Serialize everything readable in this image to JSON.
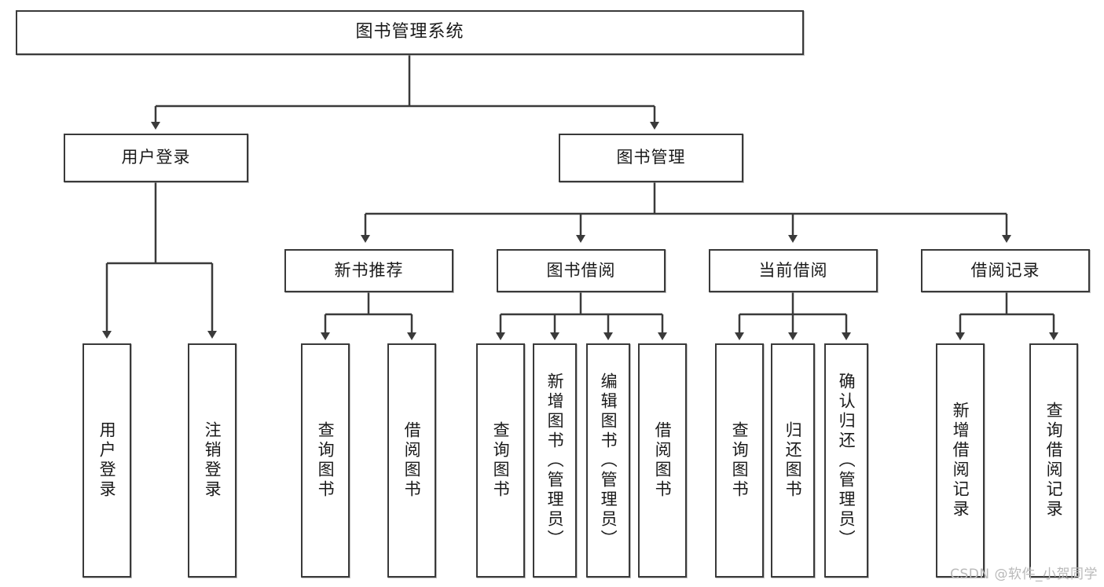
{
  "diagram": {
    "type": "tree-hierarchy",
    "title": "图书管理系统",
    "watermark": "CSDN @软件_小贺同学",
    "colors": {
      "background": "#ffffff",
      "box_border": "#3a3a3a",
      "box_fill": "#ffffff",
      "connector": "#3a3a3a",
      "text": "#1a1a1a",
      "watermark": "#b9b9b9"
    },
    "nodes": {
      "root": {
        "label": "图书管理系统"
      },
      "level2": [
        {
          "id": "user-login",
          "label": "用户登录"
        },
        {
          "id": "book-manage",
          "label": "图书管理"
        }
      ],
      "level3": [
        {
          "id": "new-book-recommend",
          "label": "新书推荐",
          "parent": "book-manage"
        },
        {
          "id": "book-borrow",
          "label": "图书借阅",
          "parent": "book-manage"
        },
        {
          "id": "current-borrow",
          "label": "当前借阅",
          "parent": "book-manage"
        },
        {
          "id": "borrow-record",
          "label": "借阅记录",
          "parent": "book-manage"
        }
      ],
      "leaves": {
        "user-login": [
          {
            "id": "leaf-user-login",
            "label": "用户登录"
          },
          {
            "id": "leaf-logout",
            "label": "注销登录"
          }
        ],
        "new-book-recommend": [
          {
            "id": "leaf-query-book-1",
            "label": "查询图书"
          },
          {
            "id": "leaf-borrow-book-1",
            "label": "借阅图书"
          }
        ],
        "book-borrow": [
          {
            "id": "leaf-query-book-2",
            "label": "查询图书"
          },
          {
            "id": "leaf-add-book",
            "label": "新增图书（管理员）"
          },
          {
            "id": "leaf-edit-book",
            "label": "编辑图书（管理员）"
          },
          {
            "id": "leaf-borrow-book-2",
            "label": "借阅图书"
          }
        ],
        "current-borrow": [
          {
            "id": "leaf-query-book-3",
            "label": "查询图书"
          },
          {
            "id": "leaf-return-book",
            "label": "归还图书"
          },
          {
            "id": "leaf-confirm-return",
            "label": "确认归还（管理员）"
          }
        ],
        "borrow-record": [
          {
            "id": "leaf-add-record",
            "label": "新增借阅记录"
          },
          {
            "id": "leaf-query-record",
            "label": "查询借阅记录"
          }
        ]
      }
    }
  }
}
